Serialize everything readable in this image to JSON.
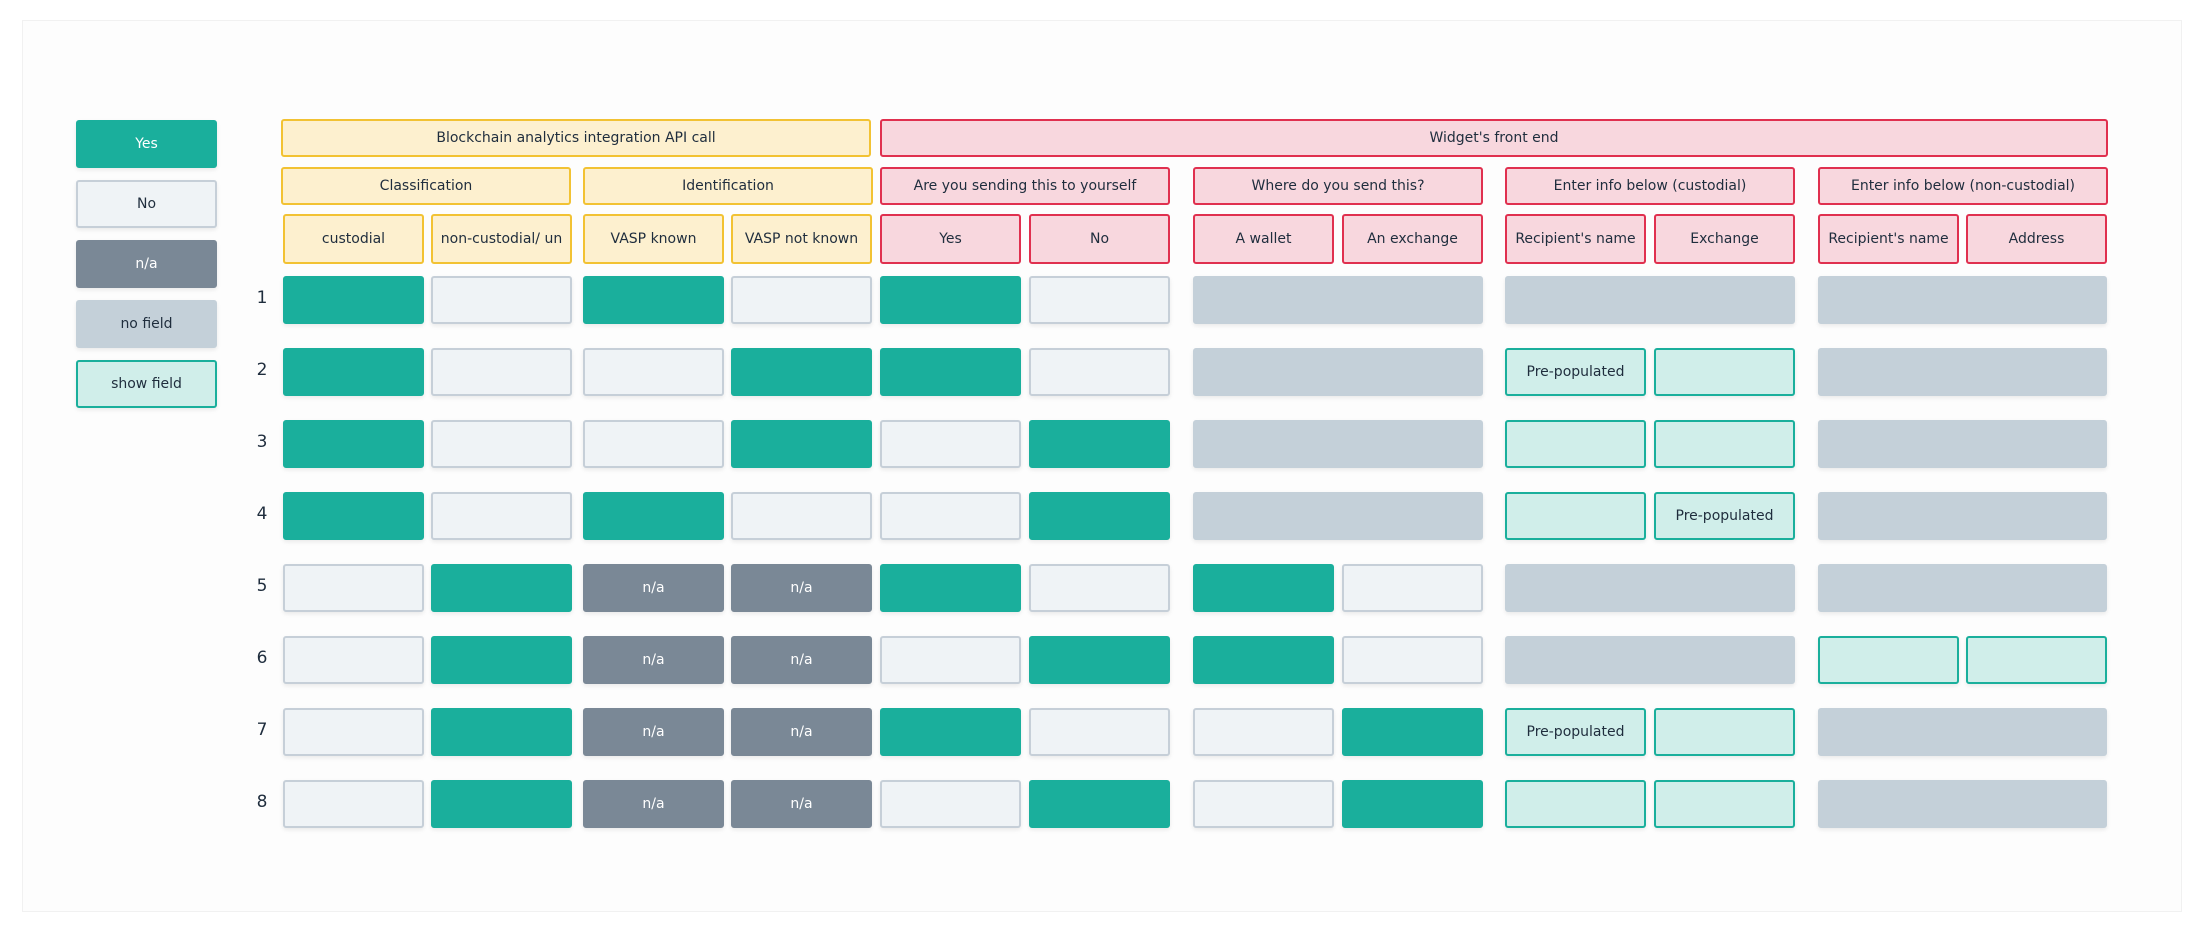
{
  "legend": [
    {
      "label": "Yes",
      "style": "yes"
    },
    {
      "label": "No",
      "style": "no"
    },
    {
      "label": "n/a",
      "style": "na"
    },
    {
      "label": "no field",
      "style": "nofield"
    },
    {
      "label": "show field",
      "style": "show"
    }
  ],
  "headers": {
    "level1": [
      "Blockchain analytics integration API call",
      "Widget's front end"
    ],
    "level2": [
      "Classification",
      "Identification",
      "Are you sending this to yourself",
      "Where do you send this?",
      "Enter info below (custodial)",
      "Enter info below (non-custodial)"
    ],
    "level3": [
      "custodial",
      "non-custodial/ un",
      "VASP known",
      "VASP not known",
      "Yes",
      "No",
      "A wallet",
      "An exchange",
      "Recipient's name",
      "Exchange",
      "Recipient's name",
      "Address"
    ]
  },
  "cell_text": {
    "na": "n/a",
    "prepopulated": "Pre-populated"
  },
  "rows": [
    {
      "label": "1",
      "cells": [
        "yes",
        "no",
        "yes",
        "no",
        "yes",
        "no",
        "nofield",
        "nofield",
        "nofield"
      ]
    },
    {
      "label": "2",
      "cells": [
        "yes",
        "no",
        "no",
        "yes",
        "yes",
        "no",
        "nofield",
        "prepop",
        "show",
        "nofield"
      ]
    },
    {
      "label": "3",
      "cells": [
        "yes",
        "no",
        "no",
        "yes",
        "no",
        "yes",
        "nofield",
        "show",
        "show",
        "nofield"
      ]
    },
    {
      "label": "4",
      "cells": [
        "yes",
        "no",
        "yes",
        "no",
        "no",
        "yes",
        "nofield",
        "show",
        "prepop",
        "nofield"
      ]
    },
    {
      "label": "5",
      "cells": [
        "no",
        "yes",
        "na",
        "na",
        "yes",
        "no",
        "yes",
        "no",
        "nofield",
        "nofield"
      ]
    },
    {
      "label": "6",
      "cells": [
        "no",
        "yes",
        "na",
        "na",
        "no",
        "yes",
        "yes",
        "no",
        "nofield",
        "show",
        "show"
      ]
    },
    {
      "label": "7",
      "cells": [
        "no",
        "yes",
        "na",
        "na",
        "yes",
        "no",
        "no",
        "yes",
        "prepop",
        "show",
        "nofield"
      ]
    },
    {
      "label": "8",
      "cells": [
        "no",
        "yes",
        "na",
        "na",
        "no",
        "yes",
        "no",
        "yes",
        "show",
        "show",
        "nofield"
      ]
    }
  ],
  "colors": {
    "yes": "#1aaf9c",
    "no": "#eff3f6",
    "na": "#7a8896",
    "nofield": "#c4d0d9",
    "show": "#d0eeea",
    "header_yellow": "#fdf0cf",
    "header_pink": "#f8d7de"
  }
}
